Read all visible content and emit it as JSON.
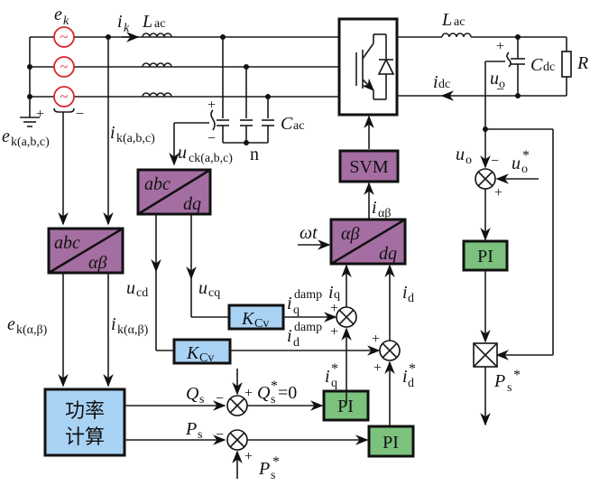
{
  "diagram": {
    "title": "",
    "colors": {
      "transform_block": "#a56ea2",
      "gain_block": "#a9d3f5",
      "pi_block": "#7cc27e",
      "source": "#d9242a",
      "wire": "#1a1a1a"
    },
    "labels": {
      "ek": "e",
      "ek_sub": "k",
      "ik": "i",
      "ik_sub": "k",
      "Lac_left": "L",
      "Lac_left_sub": "ac",
      "Lac_right": "L",
      "Lac_right_sub": "ac",
      "Cac": "C",
      "Cac_sub": "ac",
      "n": "n",
      "Cdc": "C",
      "Cdc_sub": "dc",
      "R": "R",
      "idc": "i",
      "idc_sub": "dc",
      "uo_cap": "u",
      "uo_cap_sub": "o",
      "ekabc": "e",
      "ekabc_sub": "k(a,b,c)",
      "ikabc": "i",
      "ikabc_sub": "k(a,b,c)",
      "uckabc": "u",
      "uckabc_sub": "ck(a,b,c)",
      "ucd": "u",
      "ucd_sub": "cd",
      "ucq": "u",
      "ucq_sub": "cq",
      "ekab": "e",
      "ekab_sub": "k(α,β)",
      "ikab": "i",
      "ikab_sub": "k(α,β)",
      "iqdamp": "i",
      "iqdamp_sub": "q",
      "iqdamp_sup": "damp",
      "iddamp": "i",
      "iddamp_sub": "d",
      "iddamp_sup": "damp",
      "iq": "i",
      "iq_sub": "q",
      "id": "i",
      "id_sub": "d",
      "iq_star": "i",
      "iq_star_sub": "q",
      "id_star": "i",
      "id_star_sub": "d",
      "star": "*",
      "iab": "i",
      "iab_sub": "αβ",
      "wt": "ωt",
      "Qs": "Q",
      "Qs_sub": "s",
      "Qs_star": "Q",
      "Qs_star_sub": "s",
      "Qs_star_val": "=0",
      "Ps": "P",
      "Ps_sub": "s",
      "Ps_star": "P",
      "Ps_star_sub": "s",
      "uo": "u",
      "uo_sub": "o",
      "uo_star": "u",
      "uo_star_sub": "o",
      "plus": "+",
      "minus": "−"
    },
    "blocks": {
      "abc_ab_top": "abc",
      "abc_ab_bot": "αβ",
      "abc_dq_top": "abc",
      "abc_dq_bot": "dq",
      "ab_dq_top": "αβ",
      "ab_dq_bot": "dq",
      "svm": "SVM",
      "kcv": "K",
      "kcv_sub": "Cv",
      "pi": "PI",
      "power_calc_line1": "功率",
      "power_calc_line2": "计算",
      "source_glyph": "~"
    }
  }
}
